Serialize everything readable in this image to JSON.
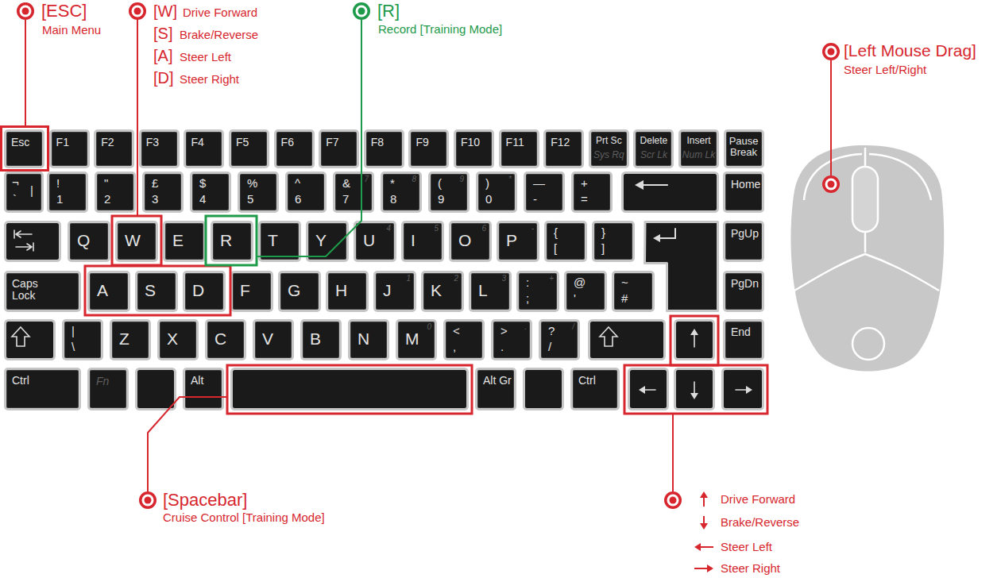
{
  "diagram": {
    "nodes": [
      {
        "text": [
          "Esc"
        ]
      },
      {
        "text": [
          "F1"
        ]
      },
      {
        "text": [
          "F2"
        ]
      },
      {
        "text": [
          "F3"
        ]
      },
      {
        "text": [
          "F4"
        ]
      },
      {
        "text": [
          "F5"
        ]
      },
      {
        "text": [
          "F6"
        ]
      },
      {
        "text": [
          "F7"
        ]
      },
      {
        "text": [
          "F8"
        ]
      },
      {
        "text": [
          "F9"
        ]
      },
      {
        "text": [
          "F10"
        ]
      },
      {
        "text": [
          "F11"
        ]
      },
      {
        "text": [
          "F12"
        ]
      },
      {
        "text": [
          "Prt Sc",
          "Sys Rq"
        ]
      },
      {
        "text": [
          "Delete",
          "Scr Lk"
        ]
      },
      {
        "text": [
          "Insert",
          "Num Lk"
        ]
      },
      {
        "text": [
          "Pause Break"
        ]
      },
      {
        "text": [
          "¬",
          "`",
          "|"
        ]
      },
      {
        "text": [
          "!",
          "1"
        ]
      },
      {
        "text": [
          "\"",
          "2"
        ]
      },
      {
        "text": [
          "£",
          "3"
        ]
      },
      {
        "text": [
          "$",
          "4"
        ]
      },
      {
        "text": [
          "%",
          "5"
        ]
      },
      {
        "text": [
          "^",
          "6"
        ]
      },
      {
        "text": [
          "&",
          "7",
          "7"
        ]
      },
      {
        "text": [
          "*",
          "8",
          "8"
        ]
      },
      {
        "text": [
          "(",
          "9",
          "9"
        ]
      },
      {
        "text": [
          ")",
          "0",
          "*"
        ]
      },
      {
        "text": [
          "—",
          "-"
        ]
      },
      {
        "text": [
          "+",
          "="
        ]
      },
      {
        "text": [
          "Home"
        ]
      },
      {
        "text": [
          "Q"
        ]
      },
      {
        "text": [
          "W"
        ]
      },
      {
        "text": [
          "E"
        ]
      },
      {
        "text": [
          "R"
        ]
      },
      {
        "text": [
          "T"
        ]
      },
      {
        "text": [
          "Y"
        ]
      },
      {
        "text": [
          "U",
          "4"
        ]
      },
      {
        "text": [
          "I",
          "5"
        ]
      },
      {
        "text": [
          "O",
          "6"
        ]
      },
      {
        "text": [
          "P",
          "-"
        ]
      },
      {
        "text": [
          "{",
          "["
        ]
      },
      {
        "text": [
          "}",
          "]"
        ]
      },
      {
        "text": [
          "PgUp"
        ]
      },
      {
        "text": [
          "Caps Lock"
        ]
      },
      {
        "text": [
          "A"
        ]
      },
      {
        "text": [
          "S"
        ]
      },
      {
        "text": [
          "D"
        ]
      },
      {
        "text": [
          "F"
        ]
      },
      {
        "text": [
          "G"
        ]
      },
      {
        "text": [
          "H"
        ]
      },
      {
        "text": [
          "J",
          "1"
        ]
      },
      {
        "text": [
          "K",
          "2"
        ]
      },
      {
        "text": [
          "L",
          "3"
        ]
      },
      {
        "text": [
          ":",
          ";",
          "+"
        ]
      },
      {
        "text": [
          "@",
          "'"
        ]
      },
      {
        "text": [
          "~",
          "#"
        ]
      },
      {
        "text": [
          "PgDn"
        ]
      },
      {
        "text": [
          "|",
          "\\"
        ]
      },
      {
        "text": [
          "Z"
        ]
      },
      {
        "text": [
          "X"
        ]
      },
      {
        "text": [
          "C"
        ]
      },
      {
        "text": [
          "V"
        ]
      },
      {
        "text": [
          "B"
        ]
      },
      {
        "text": [
          "N"
        ]
      },
      {
        "text": [
          "M",
          "0"
        ]
      },
      {
        "text": [
          "<",
          ","
        ]
      },
      {
        "text": [
          ">",
          ".",
          "."
        ]
      },
      {
        "text": [
          "?",
          "/",
          "/"
        ]
      },
      {
        "text": [
          "End"
        ]
      },
      {
        "text": [
          "Ctrl"
        ]
      },
      {
        "text": [
          "Fn"
        ]
      },
      {
        "text": [
          "Alt"
        ]
      },
      {
        "text": [
          "Alt Gr"
        ]
      },
      {
        "text": [
          "Ctrl"
        ]
      }
    ],
    "labels": [
      "[ESC]",
      "Main Menu",
      "[W]",
      "Drive Forward",
      "[S]",
      "Brake/Reverse",
      "[A]",
      "Steer Left",
      "[D]",
      "Steer Right",
      "[R]",
      "Record [Training Mode]",
      "[Left Mouse Drag]",
      "Steer Left/Right",
      "[Spacebar]",
      "Cruise Control [Training Mode]",
      "Drive Forward",
      "Brake/Reverse",
      "Steer Left",
      "Steer Right"
    ]
  }
}
